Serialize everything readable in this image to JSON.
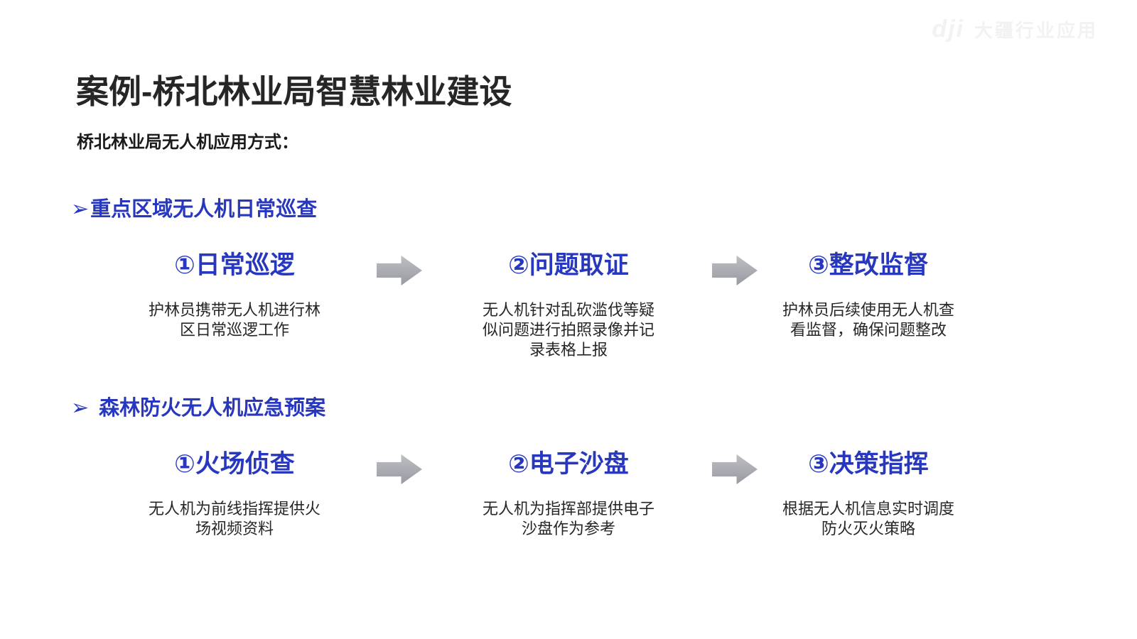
{
  "watermark": {
    "logo": "dji",
    "text": "大疆行业应用"
  },
  "title": "案例-桥北林业局智慧林业建设",
  "subtitle": "桥北林业局无人机应用方式：",
  "sections": [
    {
      "bullet": "➢",
      "heading": "重点区域无人机日常巡查",
      "steps": [
        {
          "title": "①日常巡逻",
          "desc": "护林员携带无人机进行林区日常巡逻工作"
        },
        {
          "title": "②问题取证",
          "desc": "无人机针对乱砍滥伐等疑似问题进行拍照录像并记录表格上报"
        },
        {
          "title": "③整改监督",
          "desc": "护林员后续使用无人机查看监督，确保问题整改"
        }
      ]
    },
    {
      "bullet": "➢",
      "heading": "森林防火无人机应急预案",
      "steps": [
        {
          "title": "①火场侦查",
          "desc": "无人机为前线指挥提供火场视频资料"
        },
        {
          "title": "②电子沙盘",
          "desc": "无人机为指挥部提供电子沙盘作为参考"
        },
        {
          "title": "③决策指挥",
          "desc": "根据无人机信息实时调度防火灭火策略"
        }
      ]
    }
  ],
  "colors": {
    "accent_blue": "#2838BE",
    "arrow_gray": "#a9abb1",
    "text_dark": "#262626",
    "watermark_gray": "#f2f2f2"
  }
}
